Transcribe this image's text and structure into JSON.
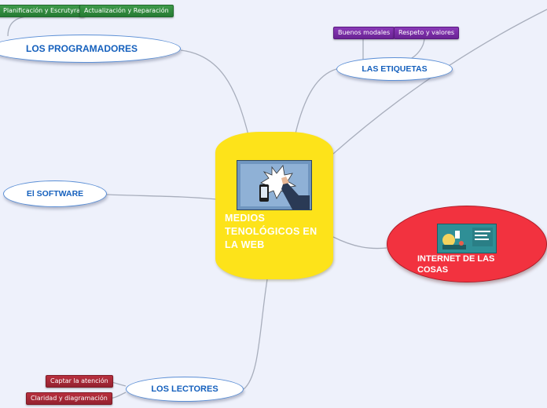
{
  "central_topic": {
    "title": "MEDIOS TENOLÓGICOS EN LA WEB",
    "image_icon": "touchscreen-phone-hand-icon",
    "color": "#fde31a"
  },
  "branches": {
    "programadores": {
      "label": "LOS PROGRAMADORES",
      "tags": [
        "Planificación y Escrutyra",
        "Actualización y Reparación"
      ]
    },
    "etiquetas": {
      "label": "LAS ETIQUETAS",
      "tags": [
        "Buenos modales",
        "Respeto y valores"
      ]
    },
    "software": {
      "label": "El SOFTWARE"
    },
    "lectores": {
      "label": "LOS LECTORES",
      "tags": [
        "Captar la atención",
        "Claridad  y diagramación"
      ]
    },
    "iot": {
      "label": "INTERNET DE LAS COSAS",
      "image_icon": "internet-of-things-illustration-icon",
      "color": "#f2323f"
    }
  },
  "colors": {
    "background": "#eef1fb",
    "connector": "#a8aebc",
    "node_border": "#5b8fd6",
    "node_text": "#1560bd",
    "tag_green": "#2e8a3b",
    "tag_purple": "#7a2ea6",
    "tag_red": "#a52836"
  }
}
